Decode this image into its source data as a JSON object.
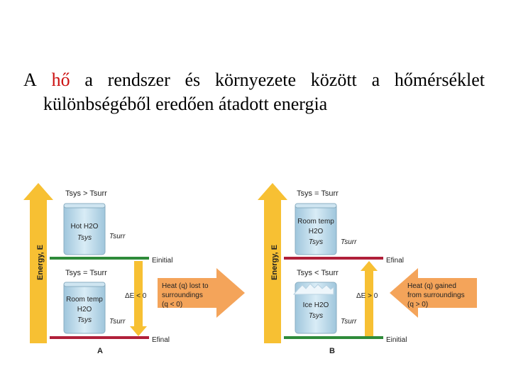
{
  "heading": {
    "prefix": "A",
    "highlight": "hő",
    "line1_rest": [
      "a",
      "rendszer",
      "és",
      "környezete",
      "között",
      "a",
      "hőmérséklet"
    ],
    "line2": "különbségéből eredően átadott energia",
    "highlight_color": "#cc1111"
  },
  "colors": {
    "energy_arrow": "#f7c033",
    "level_red": "#b0203a",
    "level_green": "#2e8b3a",
    "heat_arrow": "#f4a45a",
    "water": "#aed4e8"
  },
  "diagram_a": {
    "label": "A",
    "axis_label": "Energy, E",
    "top_cond": "Tsys > Tsurr",
    "mid_cond": "Tsys = Tsurr",
    "top_beaker": [
      "Hot H2O",
      "Tsys"
    ],
    "top_surr": "Tsurr",
    "bottom_beaker": [
      "Room temp",
      "H2O",
      "Tsys"
    ],
    "bottom_surr": "Tsurr",
    "upper_level": "Einitial",
    "lower_level": "Efinal",
    "delta": "ΔE < 0",
    "heat_text": [
      "Heat (q) lost  to",
      "surroundings",
      "(q < 0)"
    ]
  },
  "diagram_b": {
    "label": "B",
    "axis_label": "Energy, E",
    "top_cond": "Tsys = Tsurr",
    "mid_cond": "Tsys < Tsurr",
    "top_beaker": [
      "Room temp",
      "H2O",
      "Tsys"
    ],
    "top_surr": "Tsurr",
    "bottom_beaker": [
      "Ice H2O",
      "Tsys"
    ],
    "bottom_surr": "Tsurr",
    "upper_level": "Efinal",
    "lower_level": "Einitial",
    "delta": "ΔE > 0",
    "heat_text": [
      "Heat (q) gained",
      "from surroundings",
      "(q > 0)"
    ]
  }
}
